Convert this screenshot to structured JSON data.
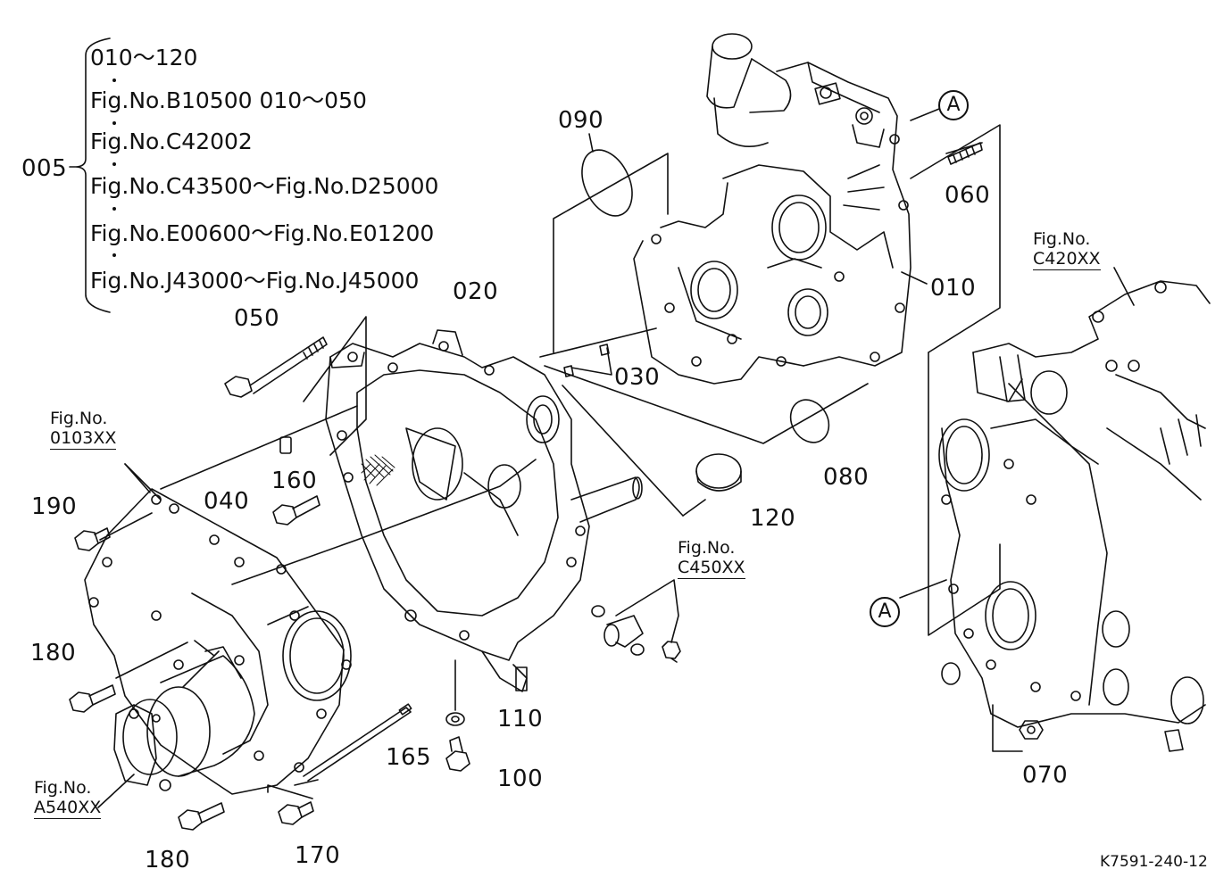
{
  "diagram": {
    "assembly_label": "005",
    "assembly_lines": [
      "010～120",
      "Fig.No.B10500  010～050",
      "Fig.No.C42002",
      "Fig.No.C43500～Fig.No.D25000",
      "Fig.No.E00600～Fig.No.E01200",
      "Fig.No.J43000～Fig.No.J45000"
    ],
    "parts": {
      "p010": "010",
      "p020": "020",
      "p030": "030",
      "p040": "040",
      "p050": "050",
      "p060": "060",
      "p070": "070",
      "p080": "080",
      "p090": "090",
      "p100": "100",
      "p110": "110",
      "p120": "120",
      "p160": "160",
      "p165": "165",
      "p170": "170",
      "p180a": "180",
      "p180b": "180",
      "p190": "190"
    },
    "refs": {
      "r0103": {
        "line1": "Fig.No.",
        "line2": "0103XX"
      },
      "rC420": {
        "line1": "Fig.No.",
        "line2": "C420XX"
      },
      "rC450": {
        "line1": "Fig.No.",
        "line2": "C450XX"
      },
      "rA540": {
        "line1": "Fig.No.",
        "line2": "A540XX"
      }
    },
    "callouts": {
      "top": "A",
      "right": "A"
    },
    "drawing_code": "K7591-240-12"
  }
}
